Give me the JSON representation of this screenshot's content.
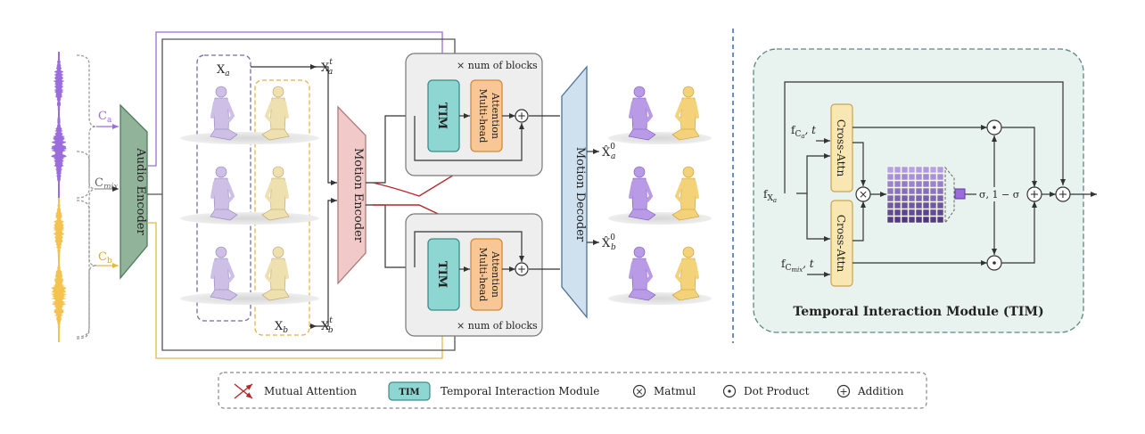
{
  "audio": {
    "label_ca": "C",
    "sub_ca": "a",
    "label_cmix": "C",
    "sub_cmix": "mix",
    "label_cb": "C",
    "sub_cb": "b",
    "encoder_label": "Audio Encoder",
    "color_a": "#9b6ddc",
    "color_b": "#f4c24e"
  },
  "motion": {
    "xa": "X",
    "xa_sub": "a",
    "xb": "X",
    "xb_sub": "b",
    "xat": "X",
    "xat_sub": "a",
    "xat_sup": "t",
    "xbt": "X",
    "xbt_sub": "b",
    "xbt_sup": "t",
    "encoder_label": "Motion Encoder",
    "decoder_label": "Motion Decoder",
    "out_a": "X̂",
    "out_a_sub": "a",
    "out_a_sup": "0",
    "out_b": "X̂",
    "out_b_sub": "b",
    "out_b_sup": "0"
  },
  "blocks": {
    "repeat_label": "× num of blocks",
    "tim_label": "TIM",
    "attn_label_1": "Multi-head",
    "attn_label_2": "Attention",
    "plus": "+"
  },
  "tim_module": {
    "title": "Temporal  Interaction Module (TIM)",
    "cross_attn": "Cross-Attn",
    "in_top": "f",
    "in_top_sub": "C",
    "in_top_subsub": "a",
    "in_top_t": ", t",
    "in_bot": "f",
    "in_bot_sub": "C",
    "in_bot_subsub": "mix",
    "in_bot_t": ", t",
    "in_left": "f",
    "in_left_sub": "X",
    "in_left_subsub": "a",
    "sigma": "σ, 1 − σ",
    "times": "×",
    "dot": "·",
    "plus": "+"
  },
  "legend": {
    "mutual": "Mutual Attention",
    "tim_badge": "TIM",
    "tim_desc": "Temporal  Interaction Module",
    "matmul": "Matmul",
    "dot": "Dot Product",
    "add": "Addition"
  },
  "colors": {
    "tim_fill": "#8dd6d2",
    "attn_fill": "#f9c795",
    "cross_fill": "#f8e6b3",
    "tim_bg": "#e8f3f0",
    "audio_enc": "#90b39a",
    "motion_enc": "#f2c9c9",
    "motion_dec": "#cfe0ee",
    "mutual": "#b4282d"
  }
}
